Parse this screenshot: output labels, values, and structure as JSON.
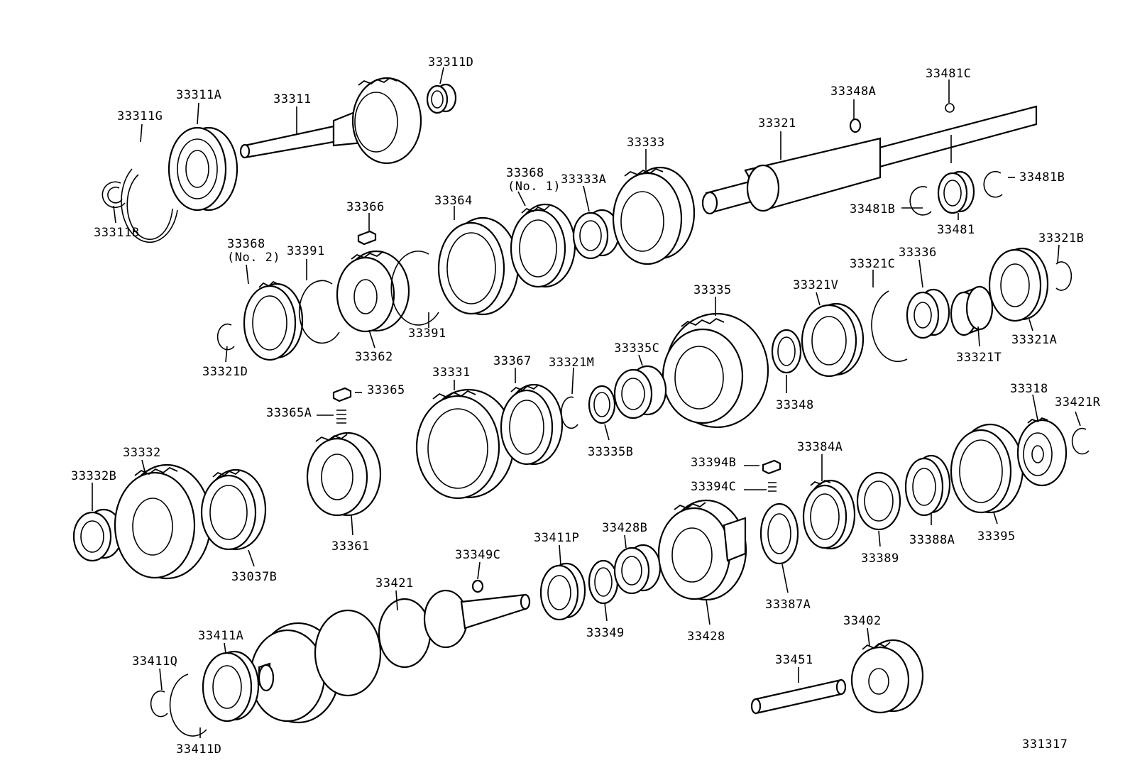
{
  "labels": {
    "p33311D": "33311D",
    "p33311A": "33311A",
    "p33311": "33311",
    "p33311G": "33311G",
    "p33311B": "33311B",
    "p33481C": "33481C",
    "p33348A": "33348A",
    "p33321": "33321",
    "p33481B_right": "33481B",
    "p33481B_left": "33481B",
    "p33481": "33481",
    "p33333": "33333",
    "p33368_no1": "33368",
    "p33368_no1_sub": "(No. 1)",
    "p33333A": "33333A",
    "p33364": "33364",
    "p33366": "33366",
    "p33368_no2": "33368",
    "p33368_no2_sub": "(No. 2)",
    "p33391_left": "33391",
    "p33362": "33362",
    "p33391_right": "33391",
    "p33321D": "33321D",
    "p33321B": "33321B",
    "p33336": "33336",
    "p33321C": "33321C",
    "p33321V": "33321V",
    "p33335": "33335",
    "p33321A": "33321A",
    "p33321T": "33321T",
    "p33348": "33348",
    "p33335C": "33335C",
    "p33321M": "33321M",
    "p33367": "33367",
    "p33331": "33331",
    "p33365": "33365",
    "p33365A": "33365A",
    "p33335B": "33335B",
    "p33394B": "33394B",
    "p33394C": "33394C",
    "p33384A": "33384A",
    "p33318": "33318",
    "p33421R": "33421R",
    "p33395": "33395",
    "p33388A": "33388A",
    "p33389": "33389",
    "p33387A": "33387A",
    "p33332": "33332",
    "p33332B": "33332B",
    "p33037B": "33037B",
    "p33361": "33361",
    "p33349C": "33349C",
    "p33411P": "33411P",
    "p33428B": "33428B",
    "p33421": "33421",
    "p33349": "33349",
    "p33428": "33428",
    "p33402": "33402",
    "p33451": "33451",
    "p33411A": "33411A",
    "p33411Q": "33411Q",
    "p33411D": "33411D"
  },
  "figure_number": "331317"
}
